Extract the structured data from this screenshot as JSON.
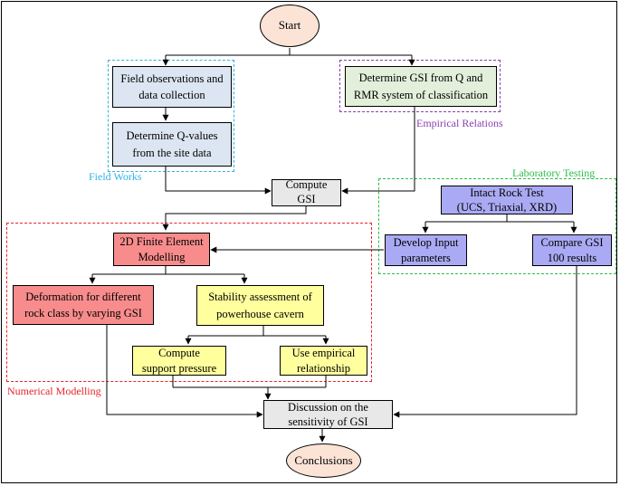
{
  "nodes": {
    "start": "Start",
    "field_obs": "Field observations and\ndata collection",
    "q_values": "Determine Q-values\nfrom the site data",
    "gsi_q_rmr": "Determine GSI from Q and\nRMR system of classification",
    "compute_gsi": "Compute\nGSI",
    "intact_rock": "Intact Rock Test\n(UCS, Triaxial, XRD)",
    "develop_input": "Develop Input\nparameters",
    "compare_gsi": "Compare GSI\n100 results",
    "fem": "2D Finite Element\nModelling",
    "deformation": "Deformation for different\nrock class by varying GSI",
    "stability": "Stability assessment of\npowerhouse cavern",
    "support_pressure": "Compute\nsupport pressure",
    "empirical_rel": "Use empirical\nrelationship",
    "discussion": "Discussion on the\nsensitivity of GSI",
    "conclusions": "Conclusions"
  },
  "groups": {
    "field_works": "Field Works",
    "empirical_relations": "Empirical Relations",
    "laboratory_testing": "Laboratory Testing",
    "numerical_modelling": "Numerical Modelling"
  },
  "colors": {
    "field_works": "#2fb3e6",
    "empirical_relations": "#8a3fb5",
    "laboratory_testing": "#2ebd4c",
    "numerical_modelling": "#e8242a",
    "oval_fill": "#fbe3d6",
    "blue_fill": "#dce6f2",
    "green_fill": "#e2efda",
    "grey_fill": "#e8e8e8",
    "purple_fill": "#aaaaf4",
    "red_fill": "#f88c8c",
    "yellow_fill": "#ffff9e"
  }
}
